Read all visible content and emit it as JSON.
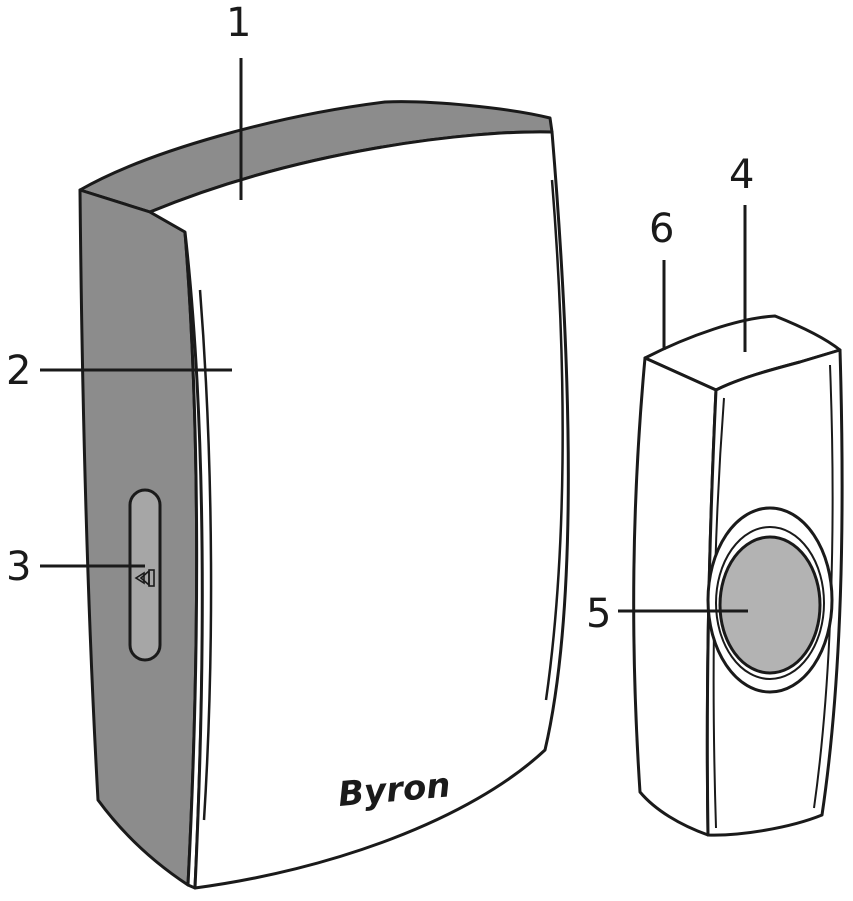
{
  "colors": {
    "body_white": "#ffffff",
    "side_grey": "#8c8c8c",
    "button_grey": "#b3b3b3",
    "slot_grey": "#a6a6a6",
    "line": "#1a1a1a"
  },
  "chime": {
    "brand": "Byron",
    "icon": "volume-icon"
  },
  "callouts": [
    {
      "id": "1",
      "part": "chime-top"
    },
    {
      "id": "2",
      "part": "chime-front-cover"
    },
    {
      "id": "3",
      "part": "volume-switch"
    },
    {
      "id": "4",
      "part": "bell-push-top"
    },
    {
      "id": "5",
      "part": "bell-push-button"
    },
    {
      "id": "6",
      "part": "bell-push-side"
    }
  ]
}
